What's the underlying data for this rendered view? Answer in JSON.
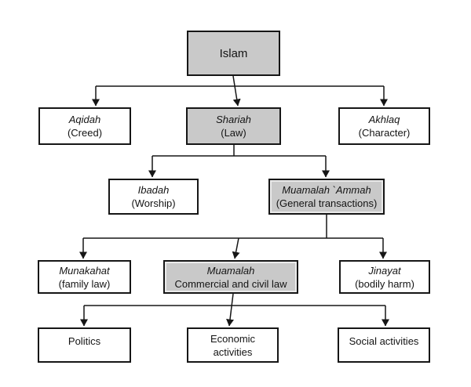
{
  "diagram": {
    "nodes": {
      "islam": {
        "title": "Islam"
      },
      "aqidah": {
        "title": "Aqidah",
        "subtitle": "(Creed)"
      },
      "shariah": {
        "title": "Shariah",
        "subtitle": "(Law)"
      },
      "akhlaq": {
        "title": "Akhlaq",
        "subtitle": "(Character)"
      },
      "ibadah": {
        "title": "Ibadah",
        "subtitle": "(Worship)"
      },
      "muamalah_ammah": {
        "title": "Muamalah `Ammah",
        "subtitle": "(General transactions)"
      },
      "munakahat": {
        "title": "Munakahat",
        "subtitle": "(family law)"
      },
      "muamalah": {
        "title": "Muamalah",
        "subtitle": "Commercial and civil law"
      },
      "jinayat": {
        "title": "Jinayat",
        "subtitle": "(bodily harm)"
      },
      "politics": {
        "title": "Politics"
      },
      "economic": {
        "title": "Economic activities"
      },
      "social": {
        "title": "Social activities"
      }
    },
    "edges": [
      {
        "from": "islam",
        "to": [
          "aqidah",
          "shariah",
          "akhlaq"
        ]
      },
      {
        "from": "shariah",
        "to": [
          "ibadah",
          "muamalah_ammah"
        ]
      },
      {
        "from": "muamalah_ammah",
        "to": [
          "munakahat",
          "muamalah",
          "jinayat"
        ]
      },
      {
        "from": "muamalah",
        "to": [
          "politics",
          "economic",
          "social"
        ]
      }
    ],
    "colors": {
      "highlight_fill": "#c9c9c9",
      "default_fill": "#ffffff",
      "line": "#161616",
      "background": "#ffffff"
    }
  }
}
